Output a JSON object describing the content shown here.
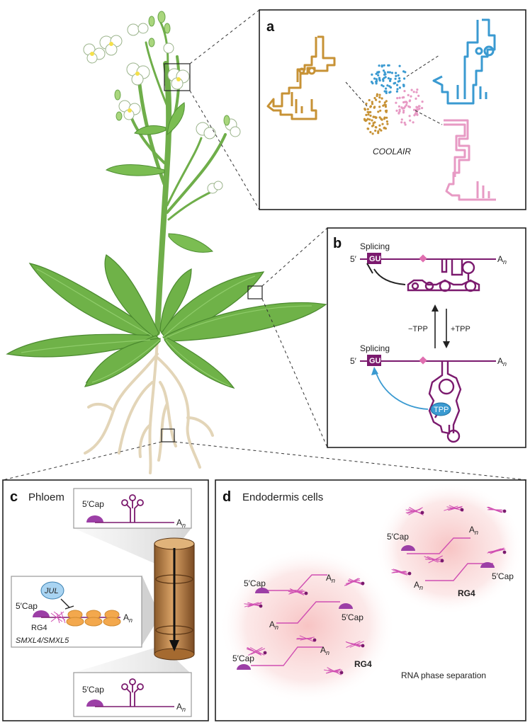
{
  "panel_a": {
    "label": "a",
    "rna_name": "COOLAIR"
  },
  "panel_b": {
    "label": "b",
    "five_prime_top": "5′",
    "five_prime_bottom": "5′",
    "splicing_top": "Splicing",
    "splicing_bottom": "Splicing",
    "gu_top": "GU",
    "gu_bottom": "GU",
    "an_top": "A",
    "an_bottom": "A",
    "minus_tpp": "−TPP",
    "plus_tpp": "+TPP",
    "tpp": "TPP"
  },
  "panel_c": {
    "label": "c",
    "title": "Phloem",
    "cap_top": "5′Cap",
    "cap_mid": "5′Cap",
    "cap_bottom": "5′Cap",
    "an_top": "A",
    "an_mid": "A",
    "an_bottom": "A",
    "jul": "JUL",
    "rg4": "RG4",
    "gene": "SMXL4/SMXL5"
  },
  "panel_d": {
    "label": "d",
    "title": "Endodermis cells",
    "cap1": "5′Cap",
    "cap2": "5′Cap",
    "cap3": "5′Cap",
    "cap4": "5′Cap",
    "cap5": "5′Cap",
    "an1": "A",
    "an2": "A",
    "an3": "A",
    "an4": "A",
    "an5": "A",
    "rg4_left": "RG4",
    "rg4_right": "RG4",
    "phase": "RNA phase separation"
  },
  "subscript_n": "n",
  "colors": {
    "purple": "#7b1a6e",
    "pink": "#d04fb2",
    "gold": "#c79235",
    "blue": "#3a9ad1",
    "light_pink": "#e79ac4",
    "leaf": "#74b84e",
    "leaf_dark": "#4f8f33",
    "root": "#e6d9bf",
    "orange": "#f0a84a"
  }
}
